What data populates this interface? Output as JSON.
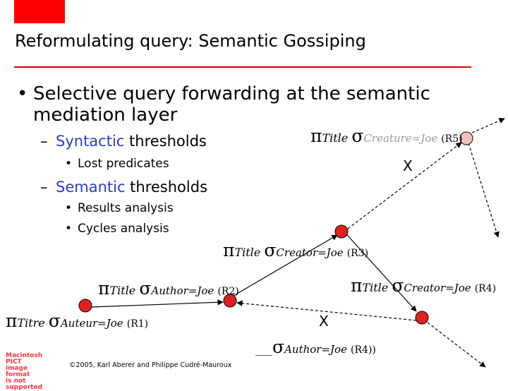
{
  "slide": {
    "title": "Reformulating query: Semantic Gossiping",
    "accent_color": "#ff0000",
    "link_color": "#2a3cc8"
  },
  "bullets": {
    "main_bullet_symbol": "•",
    "main": "Selective query forwarding at the semantic mediation layer",
    "main_line1": "Selective query forwarding at the semantic",
    "main_line2": "mediation layer",
    "dash": "–",
    "sub_symbol": "•",
    "syntactic": {
      "accent": "Syntactic",
      "rest": " thresholds",
      "items": [
        "Lost predicates"
      ]
    },
    "semantic": {
      "accent": "Semantic",
      "rest": " thresholds",
      "items": [
        "Results analysis",
        "Cycles analysis"
      ]
    }
  },
  "queries": {
    "r5": {
      "pi": "π",
      "proj": "Title",
      "sigma": "σ",
      "cond": "Creature=Joe",
      "label": "(R5)"
    },
    "r3": {
      "pi": "π",
      "proj": "Title",
      "sigma": "σ",
      "cond": "Creator=Joe",
      "label": "(R3)"
    },
    "r2": {
      "pi": "π",
      "proj": "Title",
      "sigma": "σ",
      "cond": "Author=Joe",
      "label": "(R2)"
    },
    "r4": {
      "pi": "π",
      "proj": "Title",
      "sigma": "σ",
      "cond": "Creator=Joe",
      "label": "(R4)"
    },
    "r1": {
      "pi": "π",
      "proj": "Titre",
      "sigma": "σ",
      "cond": "Auteur=Joe",
      "label": "(R1)"
    },
    "r4b": {
      "blank": "___",
      "sigma": "σ",
      "cond": "Author=Joe",
      "label": "(R4))"
    }
  },
  "diagram": {
    "node_color": "#e02020",
    "pruned_node_color": "#f4c0c0",
    "cross_mark": "X"
  },
  "footer": "©2005, Karl Aberer and Philippe Cudré-Mauroux",
  "placeholder": "Macintosh PICT\nimage format\nis not supported"
}
